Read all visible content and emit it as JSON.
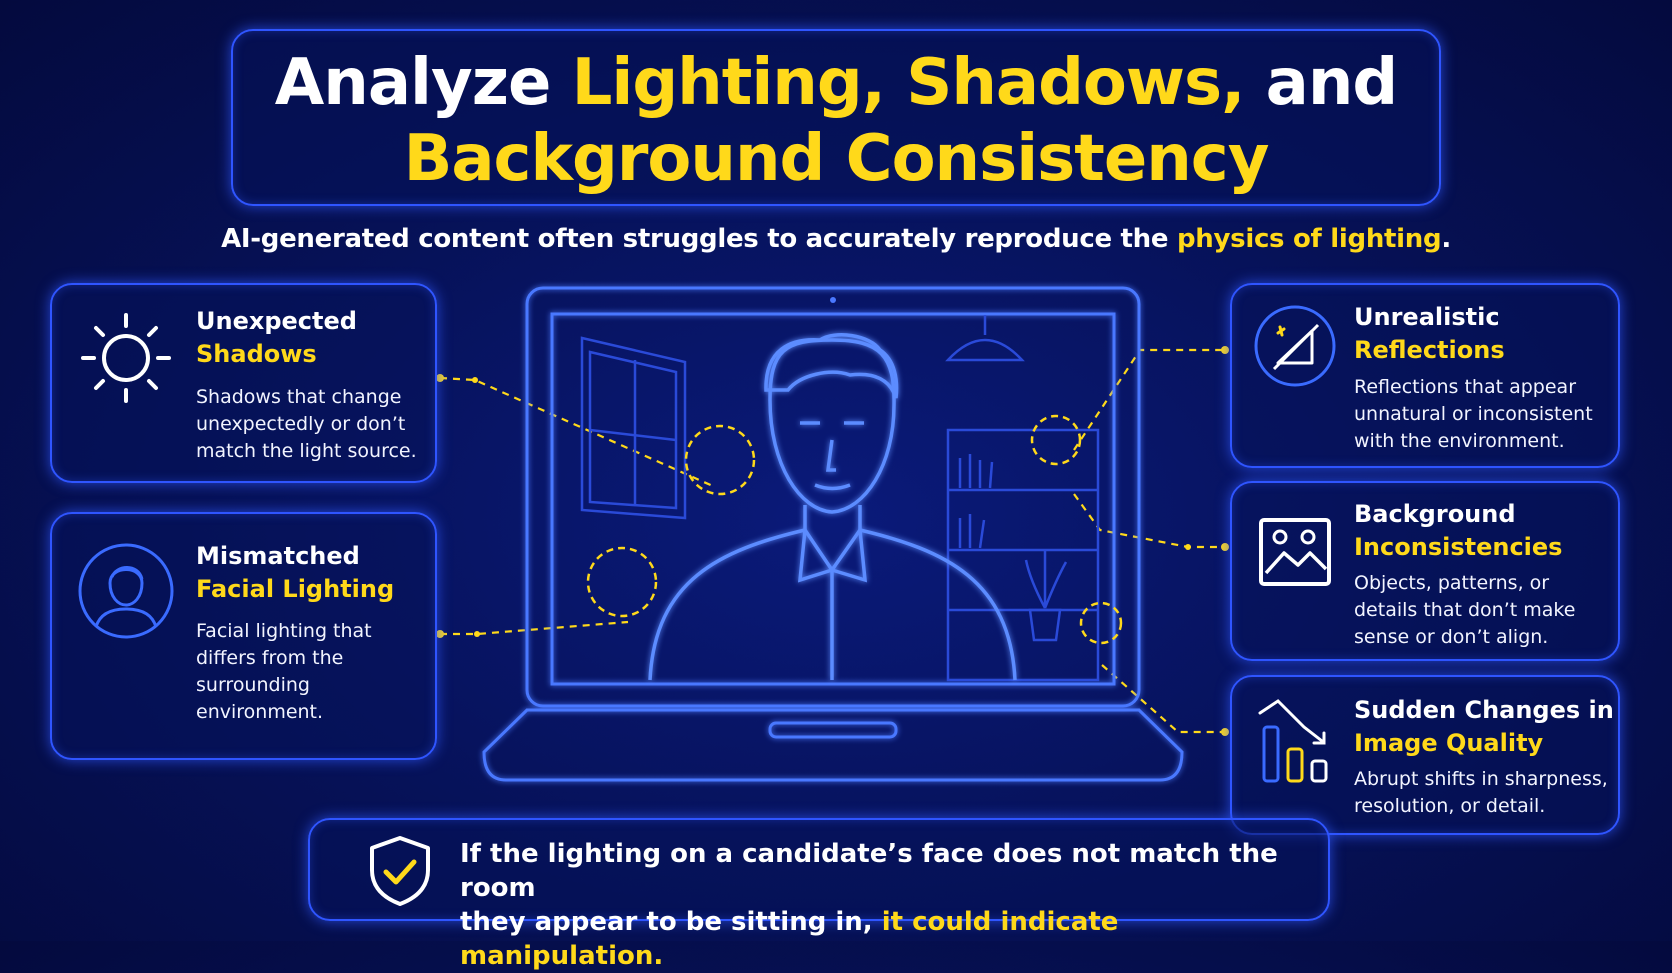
{
  "header": {
    "title_part1": "Analyze ",
    "title_part2": "Lighting, Shadows,",
    "title_part3": " and",
    "title_line2": "Background Consistency"
  },
  "subtitle": {
    "text": "AI-generated content often struggles to accurately reproduce the ",
    "highlight": "physics of lighting",
    "end": "."
  },
  "cards": {
    "unexpected_shadows": {
      "title_line1": "Unexpected",
      "title_line2": "Shadows",
      "lines": [
        "Shadows that change",
        "unexpectedly or don’t",
        "match the light source."
      ],
      "icon": "sun-icon"
    },
    "facial_lighting": {
      "title_line1": "Mismatched",
      "title_line2": "Facial Lighting",
      "lines": [
        "Facial lighting that",
        "differs from the",
        "surrounding",
        "environment."
      ],
      "icon": "person-icon"
    },
    "reflections": {
      "title_line1": "Unrealistic",
      "title_line2": "Reflections",
      "lines": [
        "Reflections that appear",
        "unnatural or inconsistent",
        "with the environment."
      ],
      "icon": "reflection-icon"
    },
    "background": {
      "title_line1": "Background",
      "title_line2": "Inconsistencies",
      "lines": [
        "Objects, patterns, or",
        "details that don’t make",
        "sense or don’t align."
      ],
      "icon": "image-icon"
    },
    "quality": {
      "title_line1": "Sudden Changes in",
      "title_line2": "Image Quality",
      "lines": [
        "Abrupt shifts in sharpness,",
        "resolution, or detail."
      ],
      "icon": "bar-decline-icon"
    }
  },
  "bottom": {
    "line1": "If the lighting on a candidate’s face does not match the room",
    "line2_start": "they appear to be sitting in, ",
    "line2_highlight": "it could indicate manipulation.",
    "icon": "shield-check-icon"
  },
  "colors": {
    "accent": "#ffd91a",
    "neon_blue": "#2f55ff",
    "background": "#061156"
  }
}
